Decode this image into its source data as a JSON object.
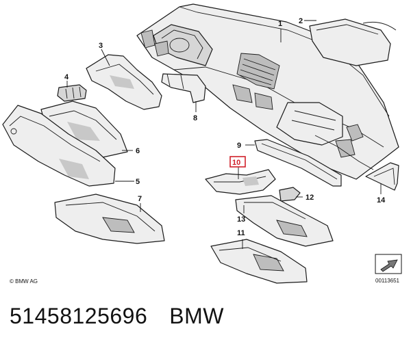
{
  "copyright": "© BMW AG",
  "drawing_number": "00113651",
  "callouts": {
    "c1": "1",
    "c2": "2",
    "c3": "3",
    "c4": "4",
    "c5": "5",
    "c6": "6",
    "c7": "7",
    "c8": "8",
    "c9": "9",
    "c10": "10",
    "c11": "11",
    "c12": "12",
    "c13": "13",
    "c14": "14"
  },
  "highlighted_callout": "10",
  "highlight_color": "#d0202a",
  "caption": {
    "part_number": "51458125696",
    "brand": "BMW"
  }
}
